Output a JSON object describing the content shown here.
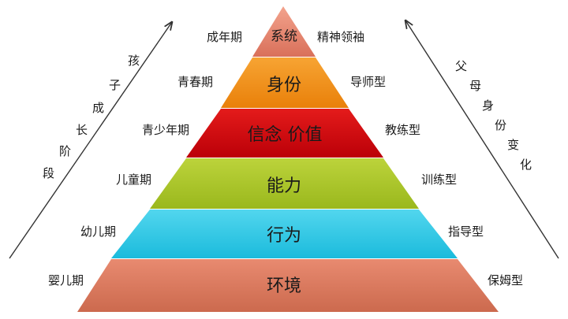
{
  "pyramid": {
    "levels": [
      {
        "label": "系统",
        "color": "#e8836a"
      },
      {
        "label": "身份",
        "color": "#f0901a"
      },
      {
        "label": "信念 价值",
        "color": "#d10c12"
      },
      {
        "label": "能力",
        "color": "#a7c22a"
      },
      {
        "label": "行为",
        "color": "#2ec8e6"
      },
      {
        "label": "环境",
        "color": "#d9735a"
      }
    ]
  },
  "stages": [
    "成年期",
    "青春期",
    "青少年期",
    "儿童期",
    "幼儿期",
    "婴儿期"
  ],
  "roles": [
    "精神领袖",
    "导师型",
    "教练型",
    "训练型",
    "指导型",
    "保姆型"
  ],
  "axes": {
    "left_chars": [
      "孩",
      "子",
      "成",
      "长",
      "阶",
      "段"
    ],
    "right_chars": [
      "父",
      "母",
      "身",
      "份",
      "变",
      "化"
    ]
  }
}
